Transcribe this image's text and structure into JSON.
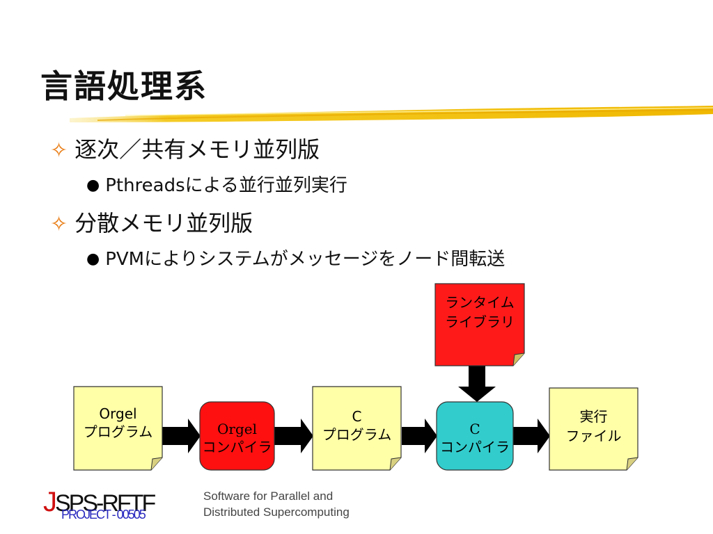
{
  "slide": {
    "title": "言語処理系",
    "bullets": [
      {
        "level": 1,
        "marker": "✧",
        "text": "逐次／共有メモリ並列版"
      },
      {
        "level": 2,
        "marker": "●",
        "text": "Pthreadsによる並行並列実行"
      },
      {
        "level": 1,
        "marker": "✧",
        "text": "分散メモリ並列版"
      },
      {
        "level": 2,
        "marker": "●",
        "text": "PVMによりシステムがメッセージをノード間転送"
      }
    ]
  },
  "diagram": {
    "runtime_library": {
      "line1": "ランタイム",
      "line2": "ライブラリ"
    },
    "orgel_program": {
      "line1": "Orgel",
      "line2": "プログラム"
    },
    "orgel_compiler": {
      "line1": "Orgel",
      "line2": "コンパイラ"
    },
    "c_program": {
      "line1": "C",
      "line2": "プログラム"
    },
    "c_compiler": {
      "line1": "C",
      "line2": "コンパイラ"
    },
    "executable_file": {
      "line1": "実行",
      "line2": "ファイル"
    }
  },
  "colors": {
    "note_yellow": "#ffffa8",
    "runtime_red": "#ff1a1a",
    "orgel_compiler_red": "#ff1010",
    "c_compiler_cyan": "#33cccc",
    "bullet_orange": "#e87a10",
    "title_stroke": "#f2c200"
  },
  "footer": {
    "logo_j": "J",
    "logo_main": "SPS-RFTF",
    "logo_sub": "PROJECT - 00505",
    "caption_line1": "Software for Parallel and",
    "caption_line2": "Distributed Supercomputing"
  }
}
